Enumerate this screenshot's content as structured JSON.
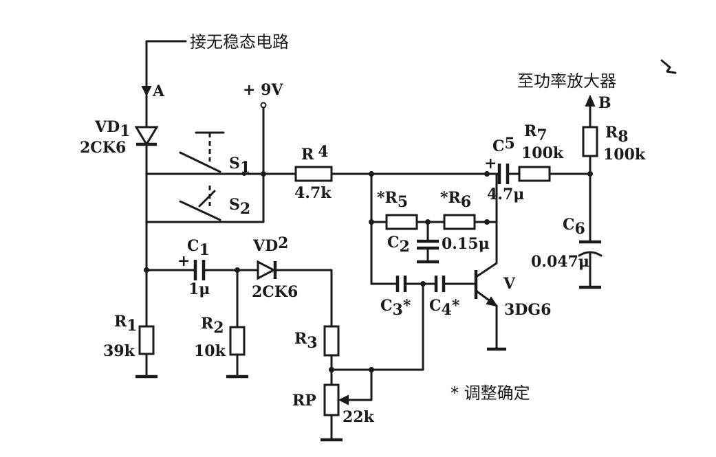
{
  "labels": {
    "top_note": "接无稳态电路",
    "right_note": "至功率放大器",
    "node_a": "A",
    "node_b": "B",
    "supply": "+ 9V",
    "footnote": "* 调整确定",
    "transistor_label": "V",
    "transistor_type": "3DG6"
  },
  "parts": {
    "vd1": {
      "name": "VD",
      "sub": "1",
      "value": "2CK6"
    },
    "vd2": {
      "name": "VD",
      "sub": "2",
      "value": "2CK6"
    },
    "s1": {
      "name": "S",
      "sub": "1"
    },
    "s2": {
      "name": "S",
      "sub": "2"
    },
    "r1": {
      "name": "R",
      "sub": "1",
      "value": "39k"
    },
    "r2": {
      "name": "R",
      "sub": "2",
      "value": "10k"
    },
    "r3": {
      "name": "R",
      "sub": "3"
    },
    "r4": {
      "name": "R",
      "sub": "4",
      "value": "4.7k"
    },
    "r5": {
      "name": "*R",
      "sub": "5"
    },
    "r6": {
      "name": "*R",
      "sub": "6"
    },
    "r7": {
      "name": "R",
      "sub": "7",
      "value": "100k"
    },
    "r8": {
      "name": "R",
      "sub": "8",
      "value": "100k"
    },
    "c1": {
      "name": "C",
      "sub": "1",
      "value": "1μ",
      "polarity": "+"
    },
    "c2": {
      "name": "C",
      "sub": "2",
      "value": "0.15μ"
    },
    "c3": {
      "name": "C",
      "sub": "3",
      "mark": "*"
    },
    "c4": {
      "name": "C",
      "sub": "4",
      "mark": "*"
    },
    "c5": {
      "name": "C",
      "sub": "5",
      "value": "4.7μ",
      "polarity": "+"
    },
    "c6": {
      "name": "C",
      "sub": "6",
      "value": "0.047μ"
    },
    "rp": {
      "name": "RP",
      "value": "22k"
    }
  }
}
